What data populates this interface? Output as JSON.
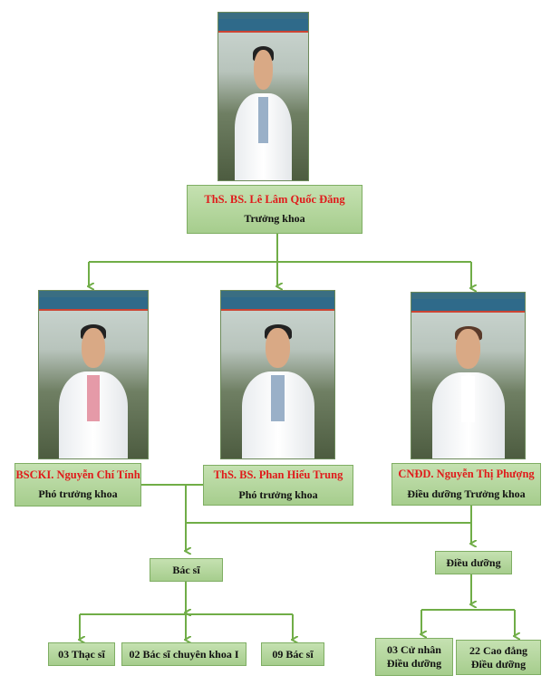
{
  "head": {
    "name": "ThS. BS. Lê Lâm Quốc Đăng",
    "role": "Trưởng khoa"
  },
  "deputies": [
    {
      "name": "BSCKI. Nguyễn Chí Tính",
      "role": "Phó trưởng khoa"
    },
    {
      "name": "ThS. BS. Phan Hiếu Trung",
      "role": "Phó trưởng khoa"
    },
    {
      "name": "CNĐD. Nguyễn Thị Phượng",
      "role": "Điều dưỡng Trưởng khoa"
    }
  ],
  "groups": {
    "doctors": {
      "label": "Bác sĩ",
      "items": [
        "03 Thạc sĩ",
        "02 Bác sĩ chuyên khoa I",
        "09 Bác sĩ"
      ]
    },
    "nurses": {
      "label": "Điều dưỡng",
      "items": [
        [
          "03 Cử nhân",
          "Điều dưỡng"
        ],
        [
          "22 Cao đẳng",
          "Điều dưỡng"
        ]
      ]
    }
  },
  "colors": {
    "line": "#70ad47",
    "name": "#e01b1b",
    "box": "#b3d79b"
  }
}
